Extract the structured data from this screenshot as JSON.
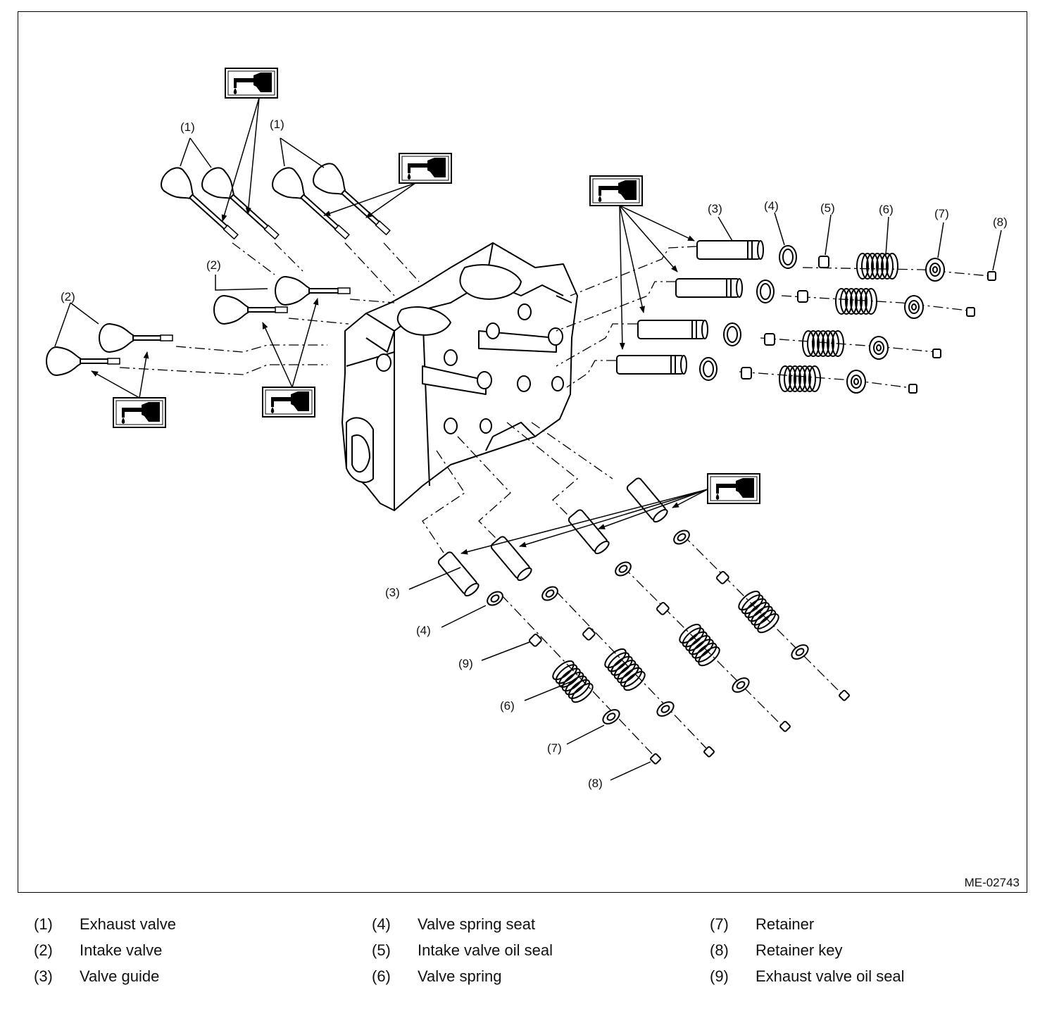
{
  "figure_code": "ME-02743",
  "callouts": {
    "c1": "(1)",
    "c2": "(2)",
    "c3": "(3)",
    "c4": "(4)",
    "c5": "(5)",
    "c6": "(6)",
    "c7": "(7)",
    "c8": "(8)",
    "c9": "(9)"
  },
  "legend": [
    {
      "num": "(1)",
      "text": "Exhaust valve"
    },
    {
      "num": "(2)",
      "text": "Intake valve"
    },
    {
      "num": "(3)",
      "text": "Valve guide"
    },
    {
      "num": "(4)",
      "text": "Valve spring seat"
    },
    {
      "num": "(5)",
      "text": "Intake valve oil seal"
    },
    {
      "num": "(6)",
      "text": "Valve spring"
    },
    {
      "num": "(7)",
      "text": "Retainer"
    },
    {
      "num": "(8)",
      "text": "Retainer key"
    },
    {
      "num": "(9)",
      "text": "Exhaust valve oil seal"
    }
  ],
  "icons": {
    "oil_icon": "oil-can-apply-icon"
  }
}
